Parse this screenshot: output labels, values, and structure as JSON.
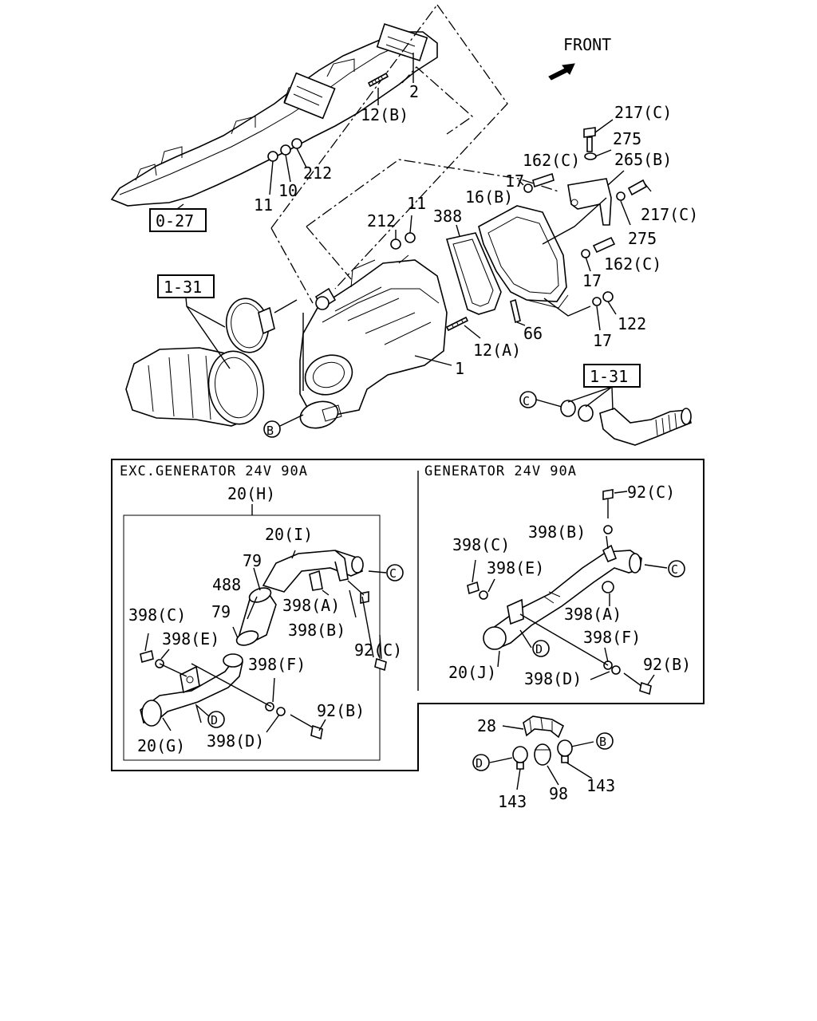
{
  "header": {
    "front": "FRONT"
  },
  "refs": {
    "ref_027": "0-27",
    "ref_131_left": "1-31",
    "ref_131_right": "1-31"
  },
  "sections": {
    "exc": "EXC.GENERATOR 24V 90A",
    "gen": "GENERATOR 24V 90A"
  },
  "callouts": {
    "b": "B",
    "c": "C",
    "d": "D"
  },
  "labels": {
    "l_2": "2",
    "l_12b": "12(B)",
    "l_11a": "11",
    "l_10": "10",
    "l_212a": "212",
    "l_217c_top": "217(C)",
    "l_275_top": "275",
    "l_162c_top": "162(C)",
    "l_265b": "265(B)",
    "l_17_top": "17",
    "l_16b": "16(B)",
    "l_217c_right": "217(C)",
    "l_275_right": "275",
    "l_212b": "212",
    "l_11b": "11",
    "l_388": "388",
    "l_162c_mid": "162(C)",
    "l_17_mid": "17",
    "l_122": "122",
    "l_17_low": "17",
    "l_66": "66",
    "l_12a": "12(A)",
    "l_1": "1",
    "l_20h": "20(H)",
    "l_20i": "20(I)",
    "l_79a": "79",
    "l_488": "488",
    "l_398a_l": "398(A)",
    "l_79b": "79",
    "l_398c_l": "398(C)",
    "l_398b_l": "398(B)",
    "l_398e_l": "398(E)",
    "l_92c_l": "92(C)",
    "l_398f_l": "398(F)",
    "l_92b_l": "92(B)",
    "l_20g": "20(G)",
    "l_398d_l": "398(D)",
    "l_92c_r": "92(C)",
    "l_398b_r": "398(B)",
    "l_398c_r": "398(C)",
    "l_398e_r": "398(E)",
    "l_398a_r": "398(A)",
    "l_398f_r": "398(F)",
    "l_92b_r": "92(B)",
    "l_20j": "20(J)",
    "l_398d_r": "398(D)",
    "l_28": "28",
    "l_143a": "143",
    "l_98": "98",
    "l_143b": "143"
  }
}
